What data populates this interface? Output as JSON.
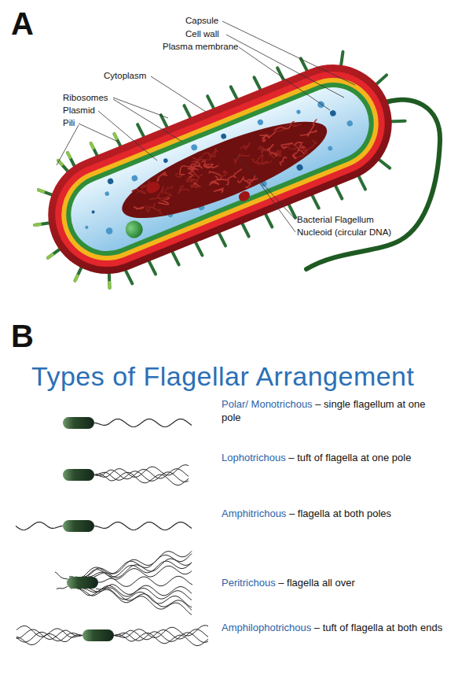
{
  "diagram": {
    "title": "Types of Flagellar Arrangement",
    "labels": [
      "A",
      "Capsule",
      "Cell wall",
      "Plasma membrane",
      "Cytoplasm",
      "Ribosomes",
      "Plasmid",
      "Pili",
      "Bacterial Flagellum",
      "Nucleoid (circular DNA)",
      "B",
      "Polar/ Monotrichous",
      "– single flagellum at one pole",
      "Lophotrichous",
      "– tuft of flagella at one pole",
      "Amphitrichous",
      "– flagella at both poles",
      "Peritrichous",
      "– flagella all over",
      "Amphilophotrichous",
      "– tuft of flagella at both ends"
    ]
  }
}
